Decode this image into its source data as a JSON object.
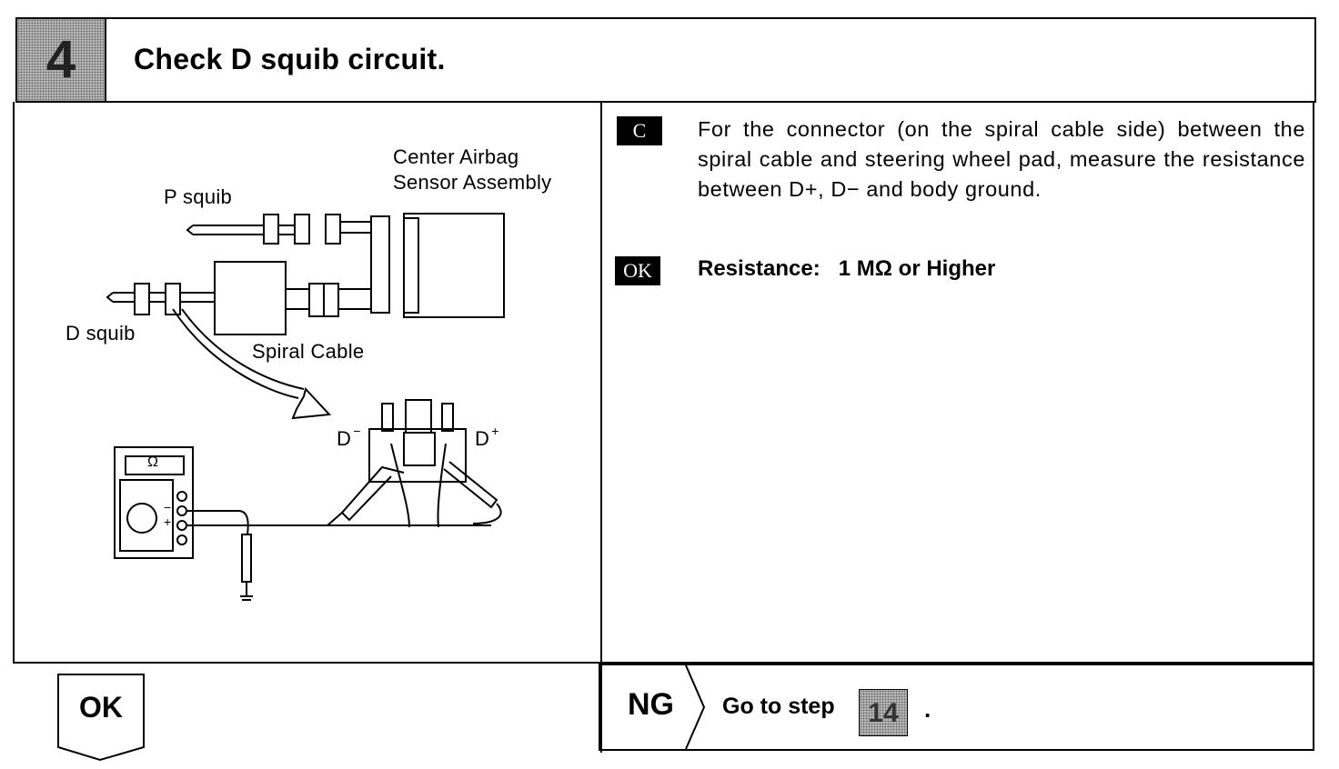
{
  "header": {
    "step_number": "4",
    "title": "Check D squib circuit."
  },
  "diagram": {
    "center_airbag_line1": "Center Airbag",
    "center_airbag_line2": "Sensor Assembly",
    "p_squib": "P squib",
    "d_squib": "D squib",
    "spiral_cable": "Spiral Cable",
    "d_minus": "D",
    "d_minus_sign": "−",
    "d_plus": "D",
    "d_plus_sign": "+",
    "ohm_symbol": "Ω",
    "minus_terminal": "−",
    "plus_terminal": "+"
  },
  "instructions": {
    "c_badge": "C",
    "text": "For the connector (on the spiral cable side) between the spiral cable and steering wheel pad, measure the resistance between D+, D− and body ground.",
    "ok_badge": "OK",
    "resistance_label": "Resistance:",
    "resistance_value": "1 MΩ or Higher"
  },
  "footer": {
    "ok_label": "OK",
    "ng_label": "NG",
    "goto_text": "Go to step",
    "goto_step": "14",
    "goto_period": "."
  }
}
